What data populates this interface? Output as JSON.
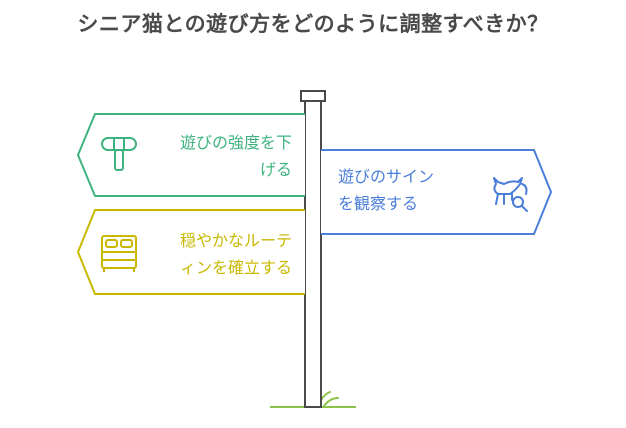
{
  "title": "シニア猫との遊び方をどのように調整すべきか？",
  "signs": [
    {
      "text_line1": "遊びの強度を下",
      "text_line2": "げる",
      "direction": "left",
      "color": "#3fb37f",
      "icon": "toy-hammer-icon"
    },
    {
      "text_line1": "遊びのサイン",
      "text_line2": "を観察する",
      "direction": "right",
      "color": "#4a7ed9",
      "icon": "cat-magnifier-icon"
    },
    {
      "text_line1": "穏やかなルーテ",
      "text_line2": "ィンを確立する",
      "direction": "left",
      "color": "#c9b800",
      "icon": "bed-icon"
    }
  ],
  "colors": {
    "post": "#4a4a4a",
    "grass": "#8bc34a",
    "title": "#4a4a4a"
  }
}
